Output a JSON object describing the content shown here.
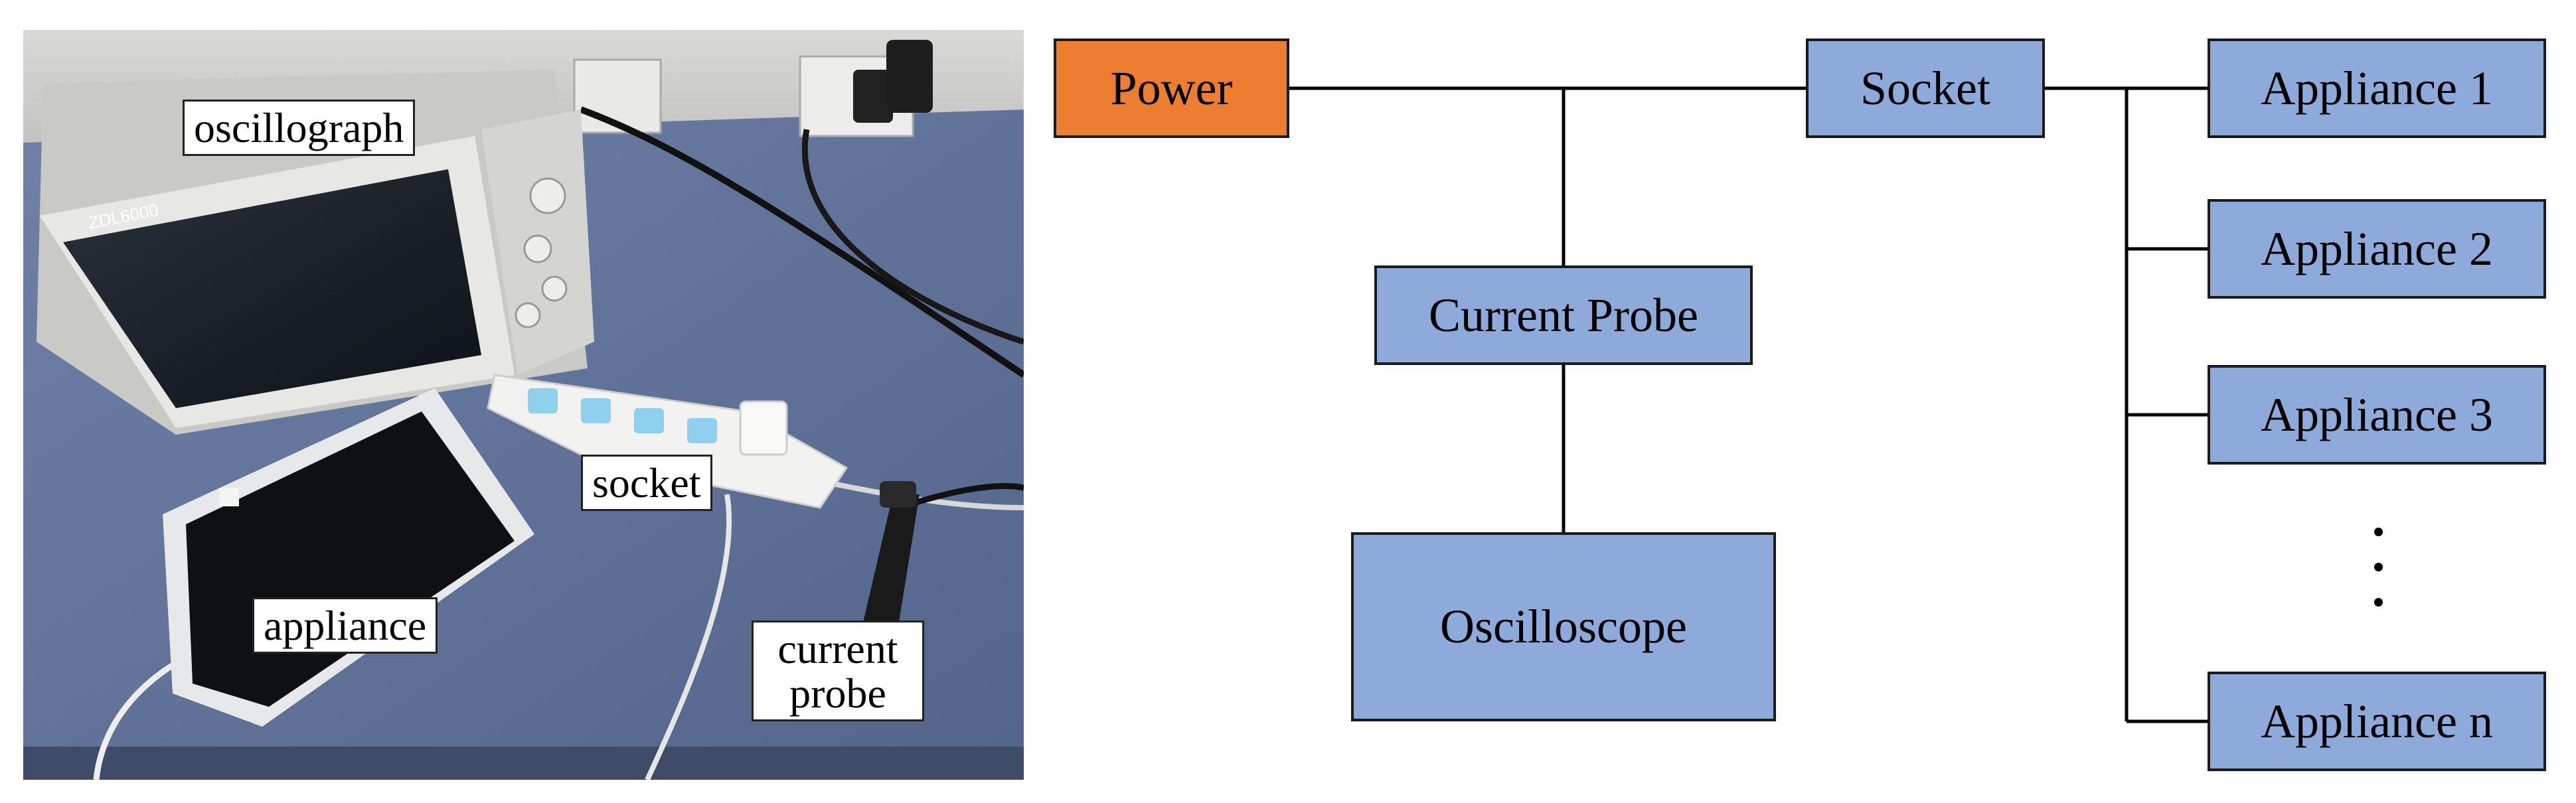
{
  "photo": {
    "labels": {
      "oscillograph": "oscillograph",
      "socket": "socket",
      "appliance": "appliance",
      "current_probe_line1": "current",
      "current_probe_line2": "probe"
    },
    "scope_brand_text": "ZDL6000"
  },
  "diagram": {
    "power": "Power",
    "socket": "Socket",
    "current_probe": "Current Probe",
    "oscilloscope": "Oscilloscope",
    "appliances": [
      "Appliance 1",
      "Appliance 2",
      "Appliance 3",
      "Appliance n"
    ],
    "colors": {
      "power": "#ed7d31",
      "node": "#8eaadb"
    }
  }
}
